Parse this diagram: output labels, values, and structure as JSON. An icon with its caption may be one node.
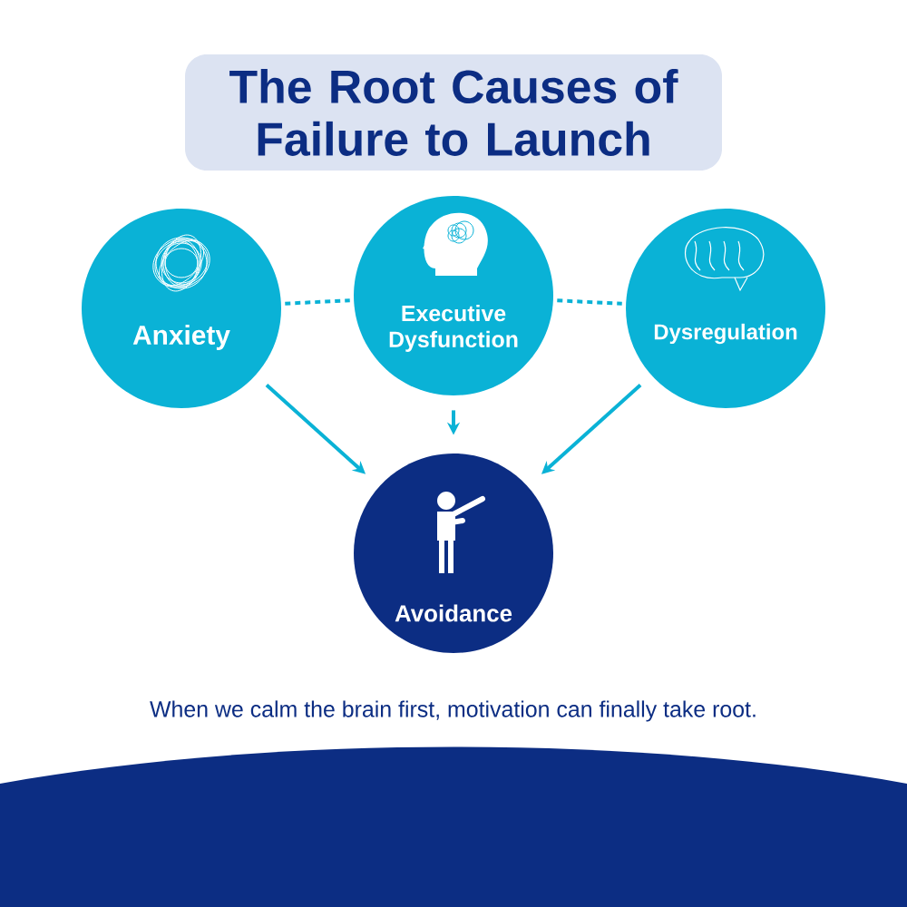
{
  "diagram": {
    "title": "The Root Causes of Failure to Launch",
    "caption": "When we calm the brain first, motivation can finally take root.",
    "nodes": [
      {
        "text": [
          "Anxiety"
        ]
      },
      {
        "text": [
          "Executive Dysfunction"
        ]
      },
      {
        "text": [
          "Dysregulation"
        ]
      },
      {
        "text": [
          "Avoidance"
        ]
      }
    ],
    "edges": [
      {
        "from": 0,
        "to": 1,
        "arrow": "none",
        "style": "dashed"
      },
      {
        "from": 1,
        "to": 2,
        "arrow": "none",
        "style": "dashed"
      },
      {
        "from": 0,
        "to": 3,
        "arrow": "to"
      },
      {
        "from": 1,
        "to": 3,
        "arrow": "to"
      },
      {
        "from": 2,
        "to": 3,
        "arrow": "to"
      }
    ]
  }
}
